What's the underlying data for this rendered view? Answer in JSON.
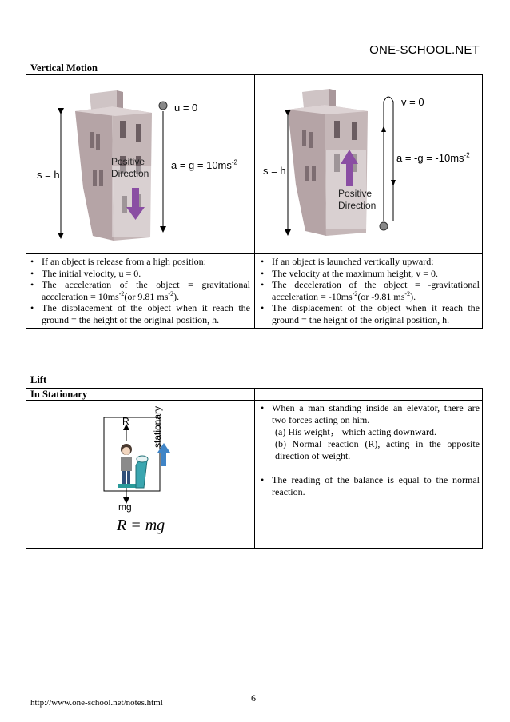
{
  "header": {
    "brand": "ONE-SCHOOL.NET"
  },
  "vertical_motion": {
    "title": "Vertical Motion",
    "left_figure": {
      "u_label": "u = 0",
      "a_label_prefix": "a = g = 10ms",
      "a_label_exp": "-2",
      "s_label": "s = h",
      "dir_line1": "Positive",
      "dir_line2": "Direction"
    },
    "right_figure": {
      "v_label": "v = 0",
      "a_label_prefix": "a = -g = -10ms",
      "a_label_exp": "-2",
      "s_label": "s = h",
      "dir_line1": "Positive",
      "dir_line2": "Direction"
    },
    "left_points": {
      "p1": "If an object is release from a high position:",
      "p2": "The initial velocity, u = 0.",
      "p3_a": "The acceleration of the object = gravitational acceleration = 10ms",
      "p3_sup1": "-2",
      "p3_b": "(or 9.81 ms",
      "p3_sup2": "-2",
      "p3_c": ").",
      "p4": "The displacement of the object when it reach the ground = the height of the original position, h."
    },
    "right_points": {
      "p1": "If an object is launched vertically upward:",
      "p2": "The velocity at the maximum height, v = 0.",
      "p3_a": "The deceleration of the object = -gravitational acceleration = -10ms",
      "p3_sup1": "-2",
      "p3_b": "(or -9.81 ms",
      "p3_sup2": "-2",
      "p3_c": ").",
      "p4": "The displacement of the object when it reach the ground = the height of the original position, h."
    }
  },
  "lift": {
    "title": "Lift",
    "subtitle": "In Stationary",
    "figure": {
      "r_label": "R",
      "mg_label": "mg",
      "stationary_label": "stationary",
      "equation": "R = mg"
    },
    "points": {
      "p1": "When a man standing inside an elevator, there are two forces acting on him.",
      "p1_a": "(a) His weight， which acting downward.",
      "p1_b": "(b) Normal reaction (R), acting in the opposite direction of weight.",
      "p2": "The reading of the balance is equal to the normal reaction."
    }
  },
  "footer": {
    "url": "http://www.one-school.net/notes.html",
    "page": "6"
  },
  "colors": {
    "building_front": "#b5a4a6",
    "building_side": "#8f7c80",
    "building_top": "#cfc4c5",
    "window": "#6b5d61",
    "arrow_purple": "#8a4ea3",
    "arrow_blue": "#3f84c6"
  }
}
